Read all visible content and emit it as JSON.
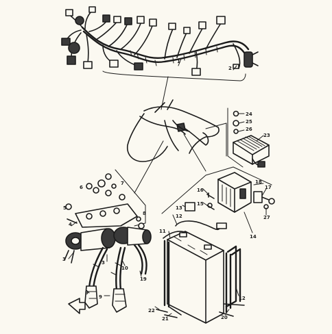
{
  "diagram": {
    "part_labels": [
      {
        "id": "p1",
        "text": "1"
      },
      {
        "id": "p2",
        "text": "2"
      },
      {
        "id": "p3",
        "text": "3"
      },
      {
        "id": "p4",
        "text": "4"
      },
      {
        "id": "p5",
        "text": "5"
      },
      {
        "id": "p6",
        "text": "6"
      },
      {
        "id": "p7",
        "text": "7"
      },
      {
        "id": "p8",
        "text": "8"
      },
      {
        "id": "p9",
        "text": "9"
      },
      {
        "id": "p10",
        "text": "10"
      },
      {
        "id": "p11",
        "text": "11"
      },
      {
        "id": "p12",
        "text": "12"
      },
      {
        "id": "p13",
        "text": "13"
      },
      {
        "id": "p14",
        "text": "14"
      },
      {
        "id": "p15",
        "text": "15"
      },
      {
        "id": "p16",
        "text": "16"
      },
      {
        "id": "p17",
        "text": "17"
      },
      {
        "id": "p18",
        "text": "18"
      },
      {
        "id": "p19",
        "text": "19"
      },
      {
        "id": "p20",
        "text": "20"
      },
      {
        "id": "p21",
        "text": "21"
      },
      {
        "id": "p22",
        "text": "22"
      },
      {
        "id": "p23",
        "text": "23"
      },
      {
        "id": "p24",
        "text": "24"
      },
      {
        "id": "p25",
        "text": "25"
      },
      {
        "id": "p26",
        "text": "26"
      },
      {
        "id": "p27",
        "text": "27"
      }
    ],
    "colors": {
      "ink": "#1b1b1b",
      "paper": "#fbf9f1"
    }
  }
}
